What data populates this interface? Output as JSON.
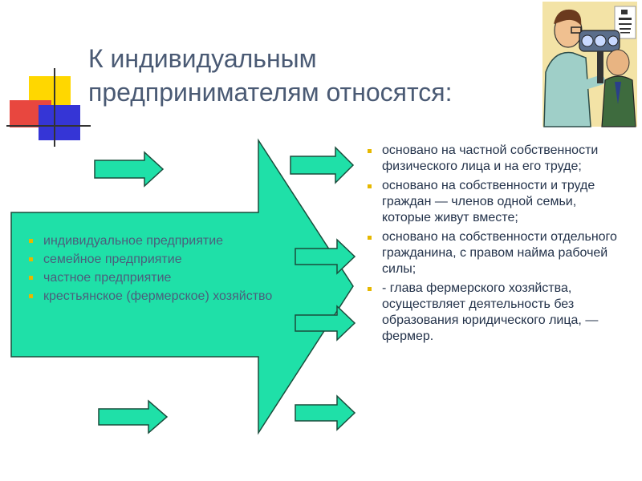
{
  "title": "К индивидуальным\nпредпринимателям относятся:",
  "colors": {
    "arrow_fill": "#1fe0a8",
    "arrow_stroke": "#1a4d3c",
    "title": "#4a5a74",
    "bullet": "#e6b800",
    "deco_yellow": "#ffd700",
    "deco_red": "#e8473f",
    "deco_blue": "#3535d6"
  },
  "types": [
    "индивидуальное предприятие",
    "семейное предприятие",
    "частное предприятие",
    "крестьянское (фермерское) хозяйство"
  ],
  "descriptions": [
    "основано на частной собственности физического лица и на его труде;",
    "основано на собственности и труде граждан — членов одной семьи, которые живут вместе;",
    "основано на собственности отдельного гражданина, с правом найма рабочей силы;",
    "- глава фермерского хозяйства, осуществляет деятельность без образования юридического лица, — фермер."
  ],
  "icons": {
    "decoration": "colored-squares-icon",
    "illustration": "optometrist-clipart-icon"
  }
}
